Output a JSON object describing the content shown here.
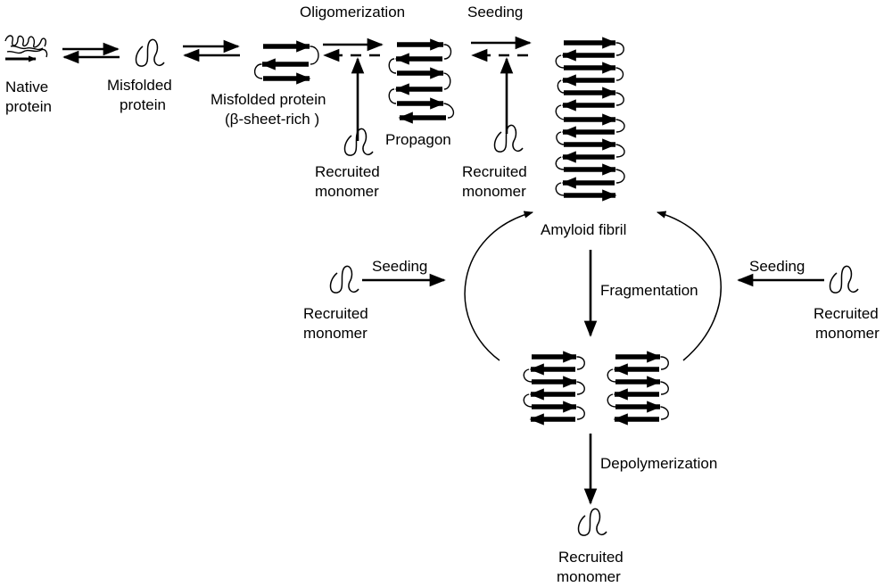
{
  "labels": {
    "native_protein": [
      "Native",
      "protein"
    ],
    "misfolded_protein": [
      "Misfolded",
      "protein"
    ],
    "misfolded_beta": [
      "Misfolded protein",
      "(β-sheet-rich )"
    ],
    "oligomerization": "Oligomerization",
    "seeding_top": "Seeding",
    "propagon": "Propagon",
    "recruited_monomer_1": [
      "Recruited",
      "monomer"
    ],
    "recruited_monomer_2": [
      "Recruited",
      "monomer"
    ],
    "amyloid_fibril": "Amyloid fibril",
    "seeding_left": "Seeding",
    "recruited_monomer_left": [
      "Recruited",
      "monomer"
    ],
    "fragmentation": "Fragmentation",
    "seeding_right": "Seeding",
    "recruited_monomer_right": [
      "Recruited",
      "monomer"
    ],
    "depolymerization": "Depolymerization",
    "recruited_monomer_bottom": [
      "Recruited",
      "monomer"
    ]
  }
}
